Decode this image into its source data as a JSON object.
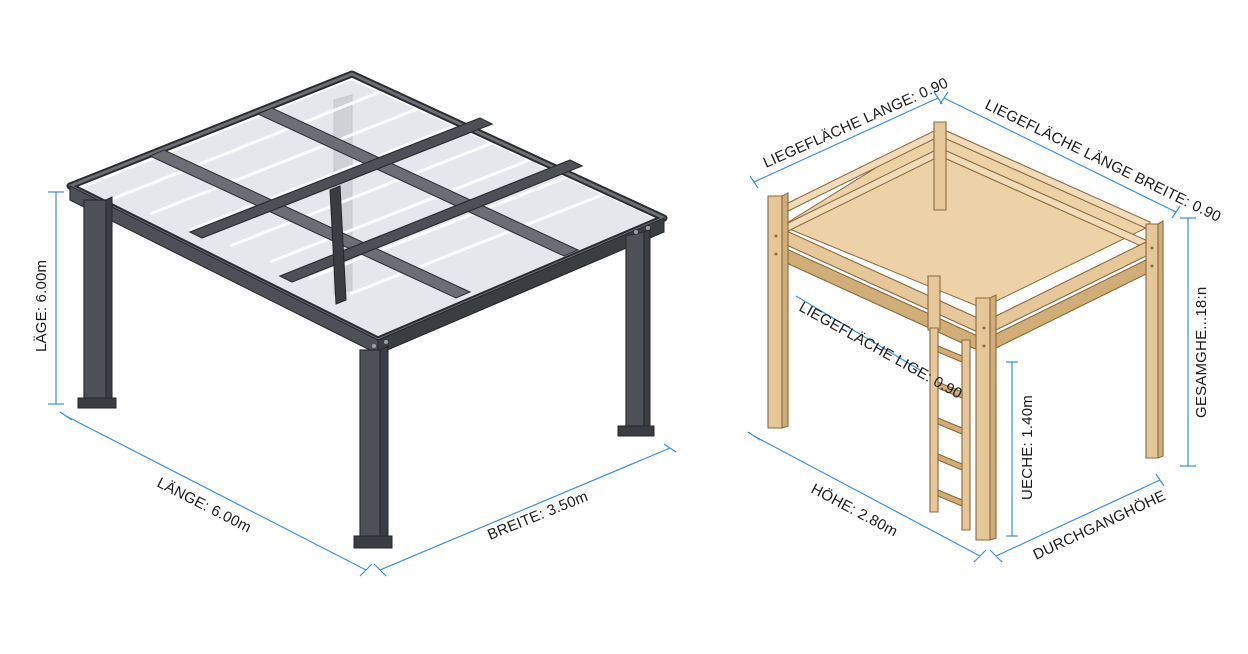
{
  "diagrams": {
    "pergola": {
      "labels": {
        "height": "LÄGE: 6.00m",
        "length": "LÄNGE: 6.00m",
        "width": "BREITE: 3.50m"
      },
      "colors": {
        "steel": "#4d5157",
        "glass": "#dfe3e8",
        "dimension": "#3d8fd6"
      }
    },
    "loft_bed": {
      "labels": {
        "top_left": "LIEGEFLÄCHE LANGE: 0.90",
        "top_right": "LIEGEFLÄCHE LÄNGE BREITE: 0.90",
        "inner": "LIEGEFLÄCHE LIGE: 0.90",
        "total_height": "GESAMGHE...18:n",
        "clearance": "UECHE: 1.40m",
        "height": "HÖHE: 2.80m",
        "passage": "DURCHGANGHÖHE"
      },
      "colors": {
        "wood": "#e6c79a",
        "mattress": "#ecd2a6",
        "dimension": "#3d8fd6"
      }
    }
  }
}
